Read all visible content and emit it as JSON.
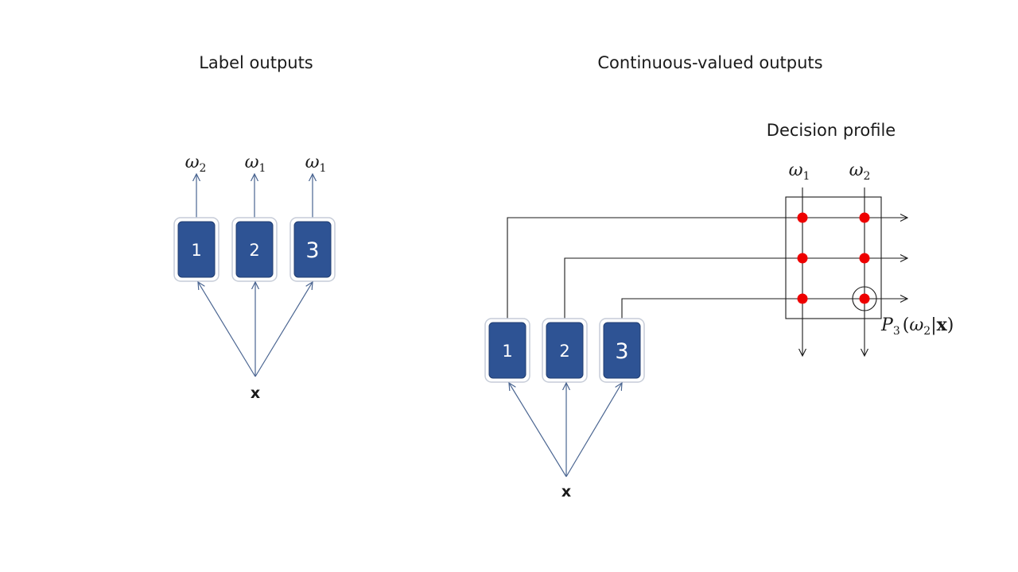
{
  "left_panel": {
    "title": "Label outputs",
    "outputs": [
      {
        "symbol": "ω",
        "subscript": "2"
      },
      {
        "symbol": "ω",
        "subscript": "1"
      },
      {
        "symbol": "ω",
        "subscript": "1"
      }
    ],
    "classifiers": [
      "1",
      "2",
      "3"
    ],
    "input_label": "x"
  },
  "right_panel": {
    "title": "Continuous-valued outputs",
    "decision_profile_title": "Decision profile",
    "columns": [
      {
        "symbol": "ω",
        "subscript": "1"
      },
      {
        "symbol": "ω",
        "subscript": "2"
      }
    ],
    "classifiers": [
      "1",
      "2",
      "3"
    ],
    "input_label": "x",
    "highlight_label": {
      "prefix": "P",
      "prefix_sub": "3",
      "open": "(",
      "symbol": "ω",
      "symbol_sub": "2",
      "bar": "|",
      "given": "x",
      "close": ")"
    }
  },
  "colors": {
    "box_fill": "#2e5394",
    "box_border": "#c6ccd8",
    "arrow": "#4a6591",
    "dot": "#ee0000"
  }
}
